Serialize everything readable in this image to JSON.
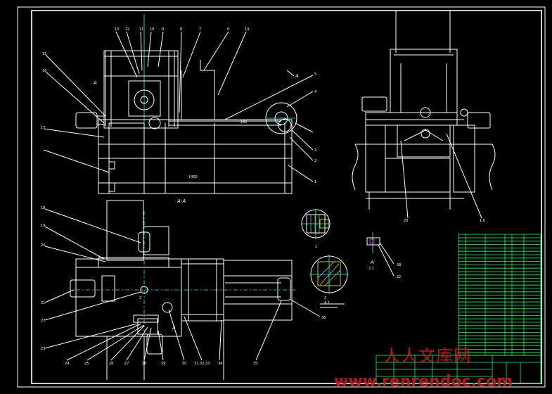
{
  "balloons_left_top": [
    "13",
    "12",
    "11",
    "10",
    "9",
    "8",
    "7",
    "6",
    "14",
    "15",
    "16",
    "17"
  ],
  "balloons_right_top": [
    "4",
    "3",
    "2",
    "1",
    "5"
  ],
  "balloons_left_bottom": [
    "18",
    "19",
    "20",
    "21",
    "22",
    "23",
    "24",
    "25",
    "26",
    "27",
    "28",
    "29",
    "30",
    "31,32,33",
    "34",
    "35"
  ],
  "section_labels": {
    "aa": "A-A",
    "a_top": "A",
    "a_arrow": "A",
    "a_plan": "A",
    "scale_1": "4:1",
    "scale_2": "2:1",
    "detail_A": "A"
  },
  "watermark": {
    "cn": "人人文库网",
    "url": "www.renrendoc.com"
  }
}
